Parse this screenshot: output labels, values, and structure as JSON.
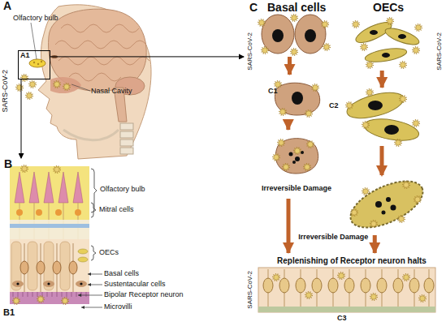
{
  "diagram": {
    "nodes": [
      {
        "text": [
          "A1"
        ]
      },
      {
        "text": [
          "B"
        ]
      },
      {
        "text": [
          "C"
        ]
      },
      {
        "text": [
          "Basal cells"
        ],
        "in": 2
      },
      {
        "text": [
          "C1"
        ],
        "in": 2
      },
      {
        "text": [
          "Irreversible Damage"
        ],
        "in": 2
      },
      {
        "text": [
          "OECs"
        ],
        "in": 2
      },
      {
        "text": [
          "C2"
        ],
        "in": 2
      },
      {
        "text": [
          "Replenishing of Receptor neuron halts",
          "C3"
        ],
        "in": 2
      }
    ],
    "edges": [
      {
        "from": 0,
        "to": 1,
        "arrow": "to"
      },
      {
        "from": 0,
        "to": 2,
        "arrow": "to"
      },
      {
        "from": 3,
        "to": 4,
        "arrow": "to"
      },
      {
        "from": 4,
        "to": 5,
        "arrow": "to"
      },
      {
        "from": 5,
        "to": 8,
        "arrow": "to"
      },
      {
        "from": 6,
        "to": 7,
        "arrow": "to"
      },
      {
        "from": 7,
        "to": 8,
        "label": "Irreversible Damage",
        "arrow": "to"
      }
    ],
    "labels": [
      "A",
      "Olfactory bulb",
      "SARS-CoV-2",
      "Nasal Cavity",
      "Olfactory bulb",
      "Mitral cells",
      "OECs",
      "Basal cells",
      "Sustentacular cells",
      "Bipolar Receptor neuron",
      "Microvilli",
      "B1",
      "SARS-CoV-2",
      "SARS-CoV-2",
      "SARS-CoV-2"
    ]
  }
}
